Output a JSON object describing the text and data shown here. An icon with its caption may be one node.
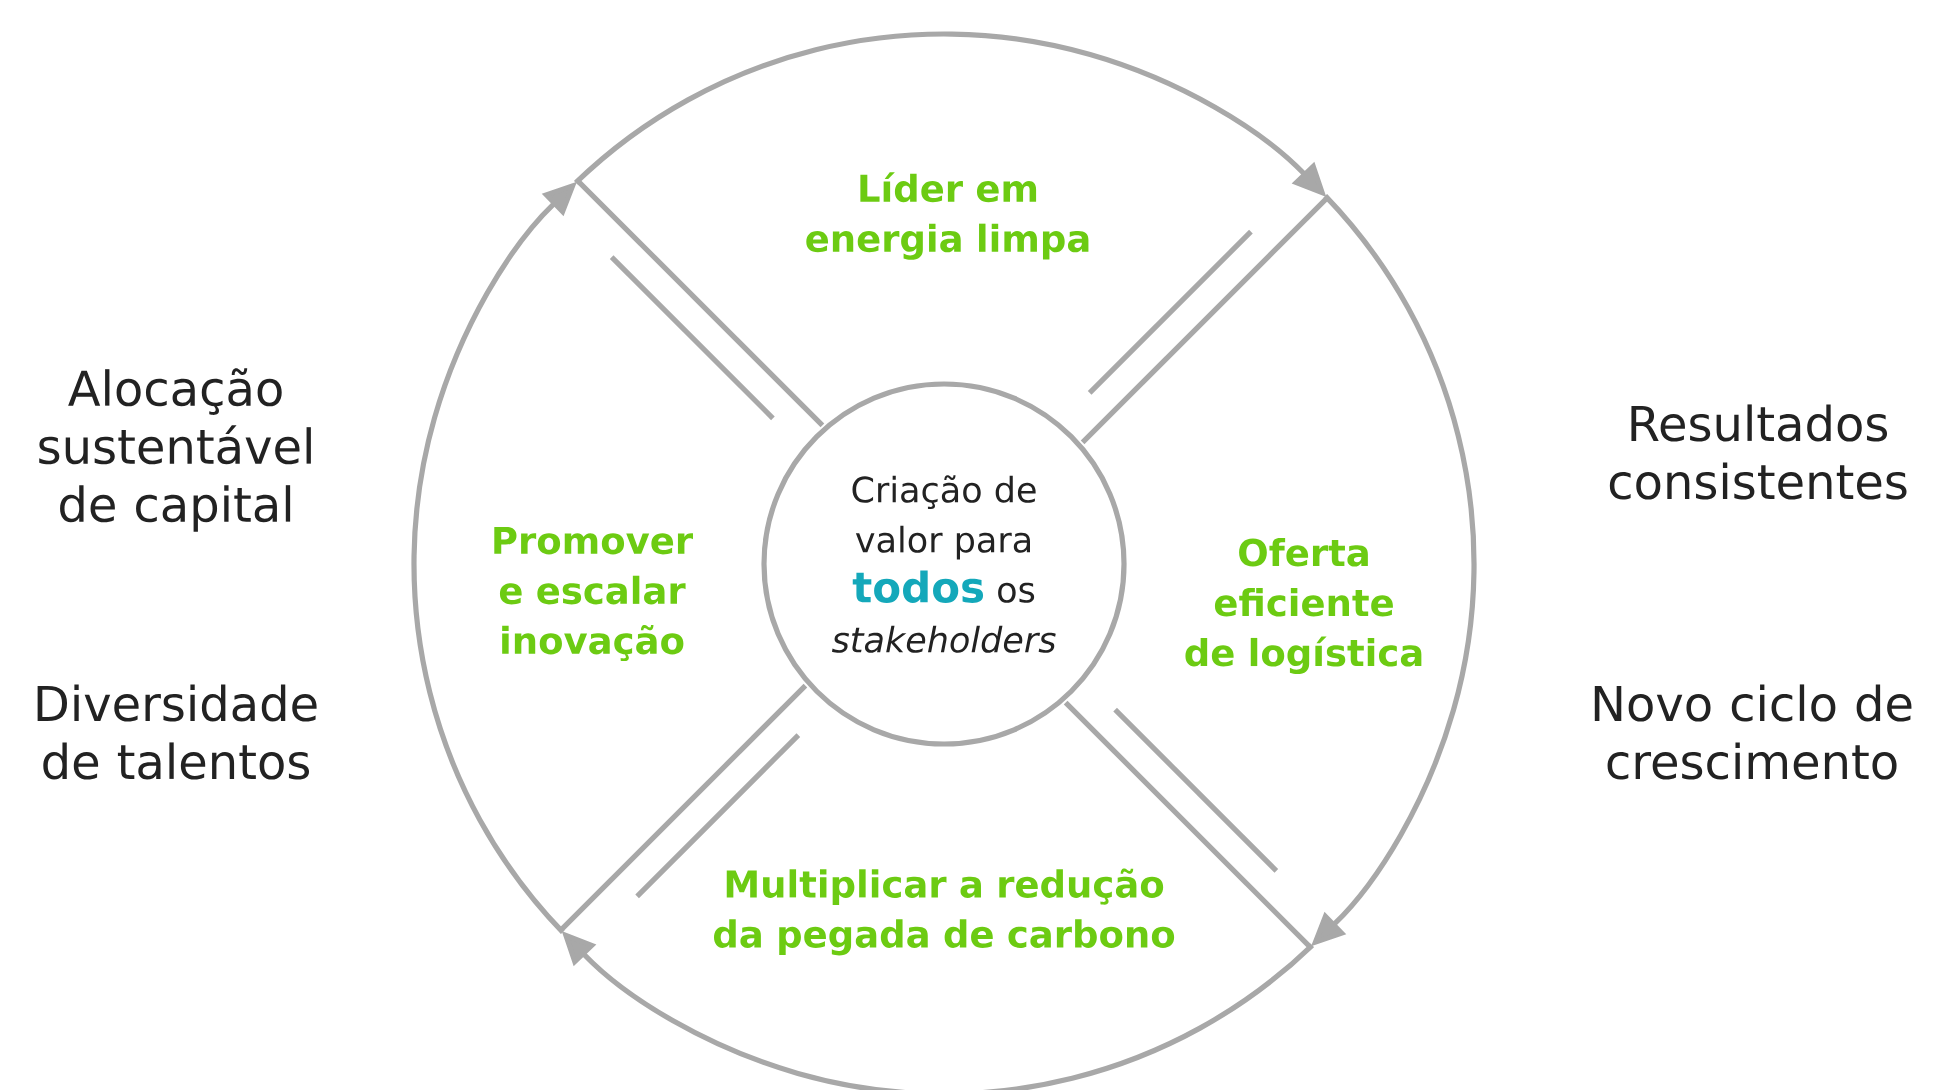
{
  "diagram": {
    "nodes": [
      {
        "text": [
          "Criação de valor para **todos** os *stakeholders*"
        ]
      },
      {
        "text": [
          "Líder em energia limpa"
        ]
      },
      {
        "text": [
          "Promover e escalar inovação"
        ]
      },
      {
        "text": [
          "Oferta eficiente de logística"
        ]
      },
      {
        "text": [
          "Multiplicar a redução da pegada de carbono"
        ]
      }
    ],
    "edges": [
      {
        "from": 2,
        "to": 1,
        "arrow": "to"
      },
      {
        "from": 1,
        "to": 3,
        "arrow": "to"
      },
      {
        "from": 3,
        "to": 4,
        "arrow": "to"
      },
      {
        "from": 4,
        "to": 2,
        "arrow": "to"
      }
    ],
    "labels": [
      "Alocação sustentável de capital",
      "Diversidade de talentos",
      "Resultados consistentes",
      "Novo ciclo de crescimento"
    ]
  }
}
